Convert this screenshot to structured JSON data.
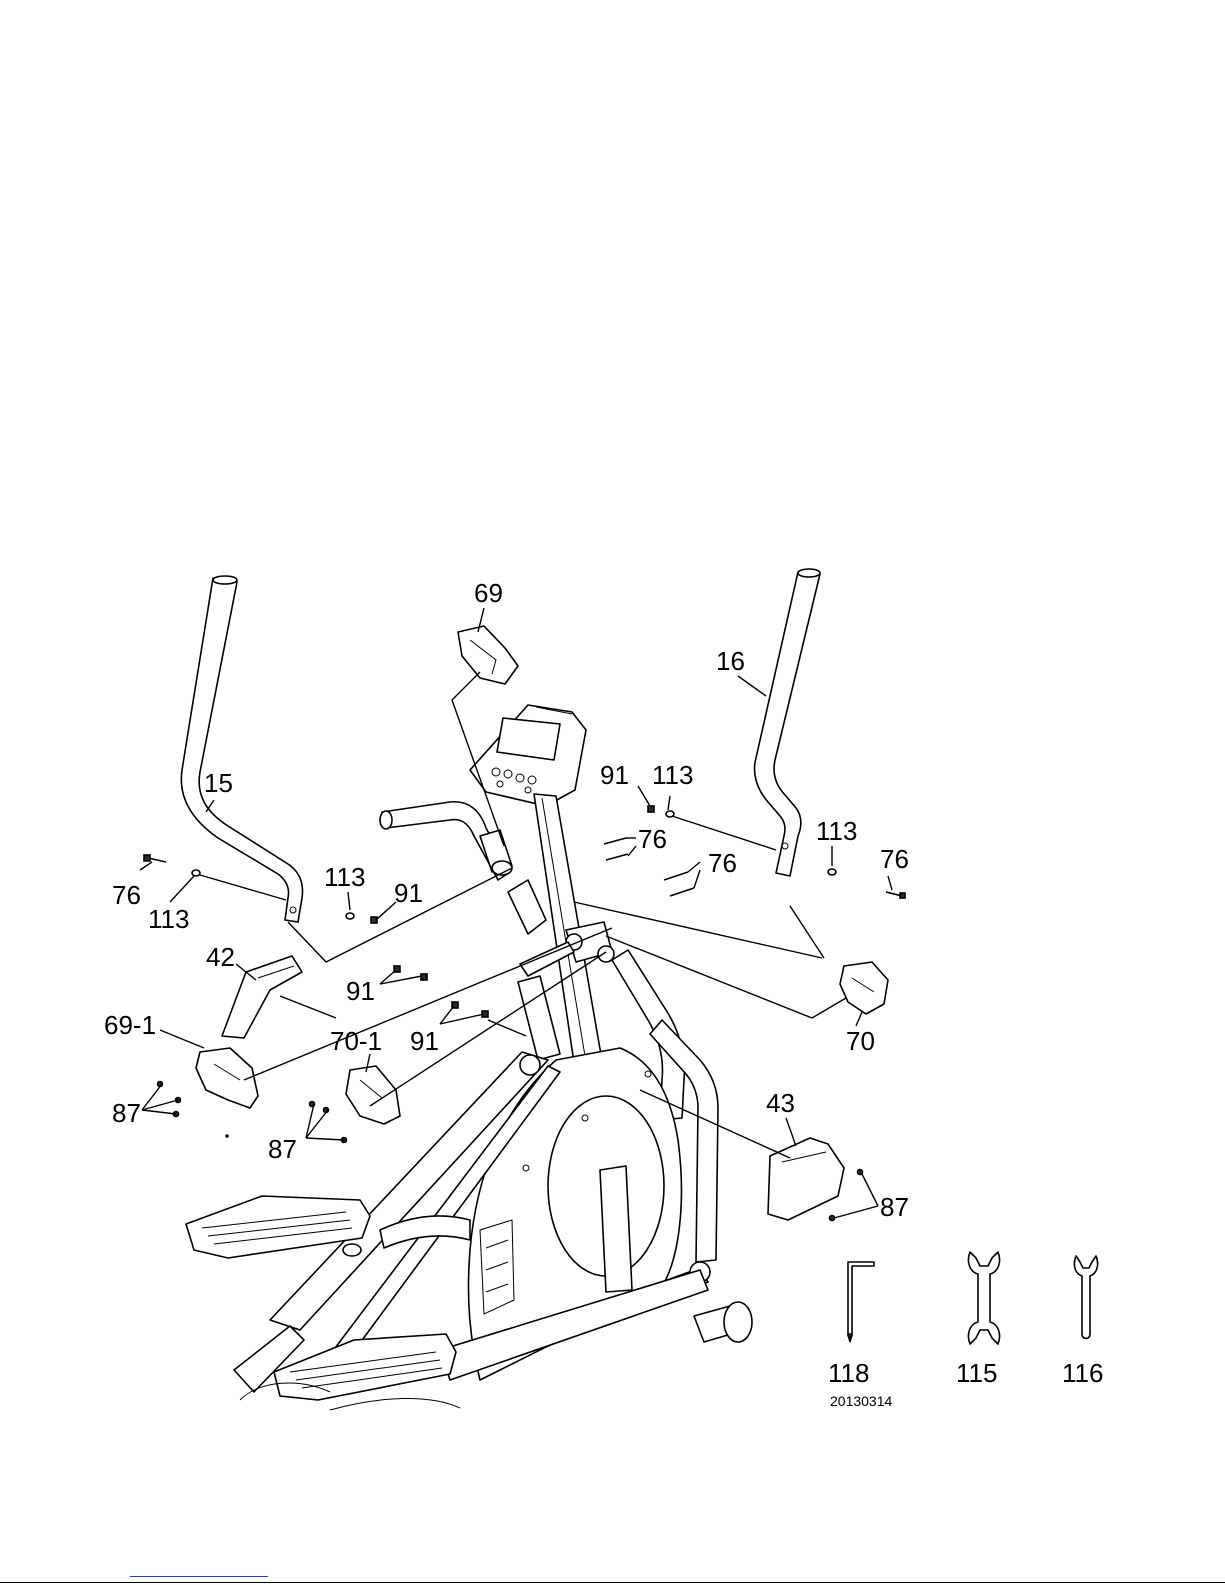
{
  "labels": {
    "l69": "69",
    "l16": "16",
    "l15": "15",
    "l91_top": "91",
    "l113_top": "113",
    "l76_a": "76",
    "l76_b": "76",
    "l113_right": "113",
    "l76_right": "76",
    "l76_left": "76",
    "l113_left": "113",
    "l113_mid": "113",
    "l91_mid": "91",
    "l42": "42",
    "l91_b": "91",
    "l91_c": "91",
    "l69_1": "69-1",
    "l70_1": "70-1",
    "l70": "70",
    "l87_left": "87",
    "l87_mid": "87",
    "l43": "43",
    "l87_right": "87"
  },
  "tools": [
    {
      "label": "118",
      "icon": "allen-key-icon"
    },
    {
      "label": "115",
      "icon": "double-open-wrench-icon"
    },
    {
      "label": "116",
      "icon": "open-wrench-icon"
    }
  ],
  "date_code": "20130314"
}
